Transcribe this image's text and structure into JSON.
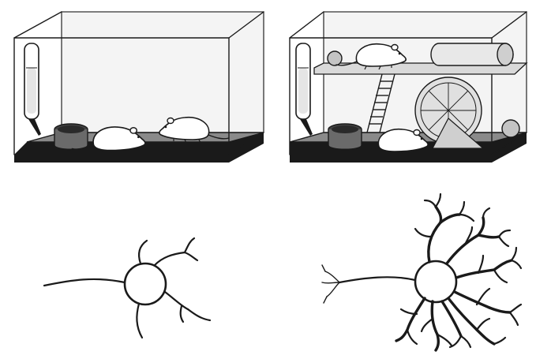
{
  "figure": {
    "panels": [
      {
        "id": "standard-cage",
        "contents": [
          "water-bottle-icon",
          "food-bowl-icon",
          "rat-icon",
          "rat-icon"
        ]
      },
      {
        "id": "enriched-cage",
        "contents": [
          "water-bottle-icon",
          "food-bowl-icon",
          "ball-icon",
          "rat-icon",
          "shelf-icon",
          "ladder-icon",
          "tunnel-tube-icon",
          "exercise-wheel-icon",
          "ball-icon",
          "rat-icon"
        ]
      },
      {
        "id": "neuron-simple",
        "dendrite_branching": "sparse"
      },
      {
        "id": "neuron-complex",
        "dendrite_branching": "dense"
      }
    ],
    "colors": {
      "line": "#1a1a1a",
      "cage_floor": "#7f7f7f",
      "cage_base": "#1a1a1a",
      "cage_wall": "#f2f2f2",
      "food_bowl": "#5a5a5a",
      "wheel": "#d6d6d6",
      "tube": "#e6e6e6",
      "ball": "#bfbfbf"
    }
  }
}
